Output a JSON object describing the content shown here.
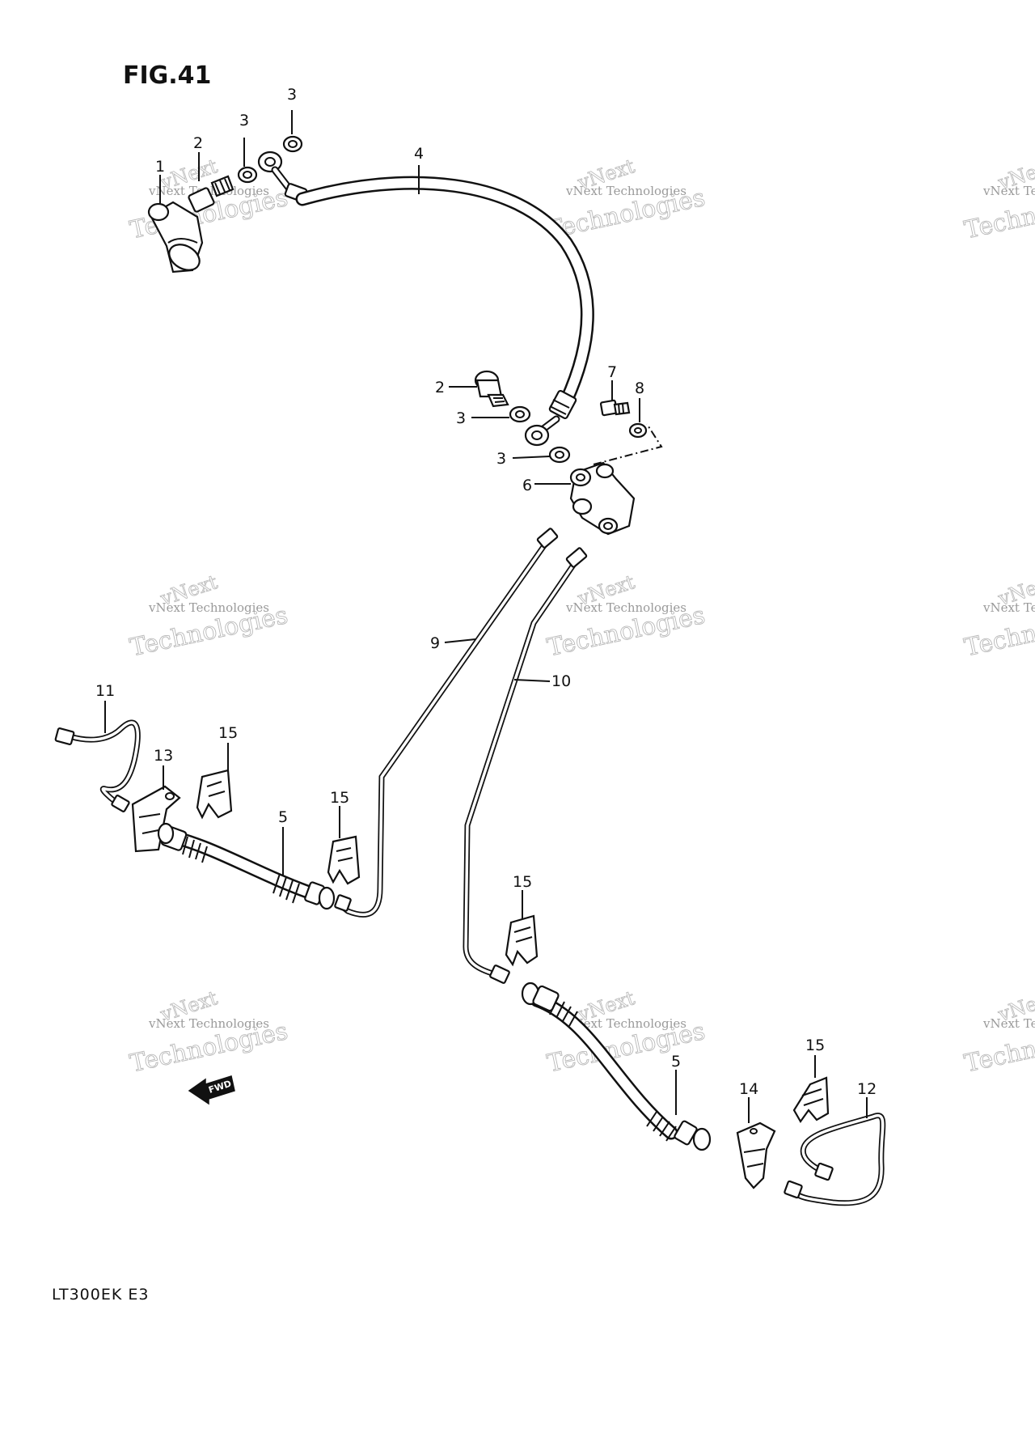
{
  "figure": {
    "title": "FIG.41"
  },
  "model_code": "LT300EK E3",
  "fwd_label": "FWD",
  "watermark": {
    "line1": "vNext Technologies",
    "line2": "vNext",
    "line3": "Technologies"
  },
  "callouts": [
    "1",
    "2",
    "3",
    "3",
    "4",
    "2",
    "3",
    "7",
    "8",
    "3",
    "6",
    "9",
    "10",
    "11",
    "13",
    "15",
    "15",
    "5",
    "15",
    "5",
    "14",
    "15",
    "12"
  ]
}
